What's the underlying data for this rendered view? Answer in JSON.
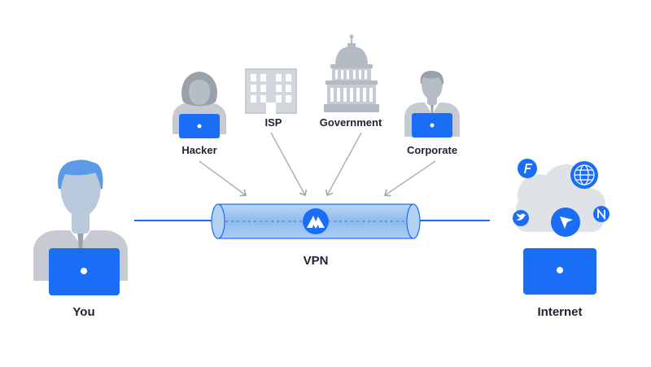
{
  "diagram": {
    "labels": {
      "you": "You",
      "internet": "Internet",
      "vpn": "VPN",
      "hacker": "Hacker",
      "isp": "ISP",
      "government": "Government",
      "corporate": "Corporate"
    },
    "colors": {
      "blue": "#1a6ef5",
      "gray": "#c6cbd3",
      "dark_gray": "#9aa1ab",
      "skin": "#b9c9dc",
      "tunnel": "#9ec5ef",
      "cloud": "#dfe3e8",
      "text": "#1e2333"
    },
    "icons": [
      "twitter-icon",
      "navigation-icon",
      "globe-icon",
      "flipboard-icon",
      "n-app-icon"
    ]
  }
}
